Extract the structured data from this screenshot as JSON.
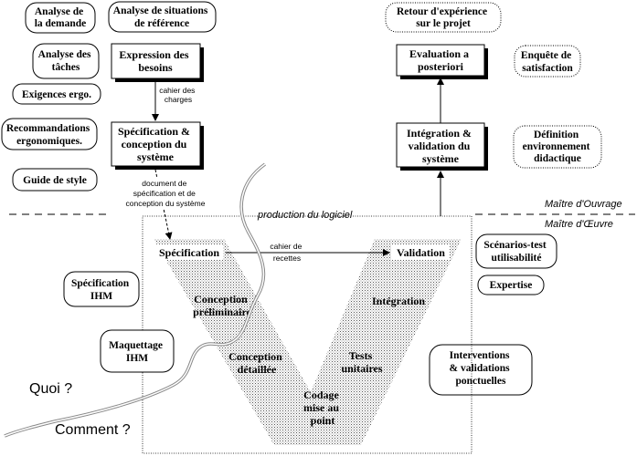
{
  "left_notes": {
    "analyse_demande": [
      "Analyse de",
      "la demande"
    ],
    "analyse_taches": [
      "Analyse des",
      "tâches"
    ],
    "exigences": [
      "Exigences ergo."
    ],
    "recommandations": [
      "Recommandations",
      "ergonomiques."
    ],
    "guide_style": [
      "Guide de style"
    ],
    "analyse_situations": [
      "Analyse de situations",
      "de référence"
    ],
    "spec_ihm": [
      "Spécification",
      "IHM"
    ],
    "maquettage": [
      "Maquettage",
      "IHM"
    ]
  },
  "main_boxes": {
    "expression": [
      "Expression des",
      "besoins"
    ],
    "specification": [
      "Spécification &",
      "conception du",
      "système"
    ],
    "evaluation": [
      "Evaluation a",
      "posteriori"
    ],
    "integration_validation": [
      "Intégration &",
      "validation du",
      "système"
    ]
  },
  "right_notes": {
    "retour": [
      "Retour d'expérience",
      "sur le projet"
    ],
    "enquete": [
      "Enquête de",
      "satisfaction"
    ],
    "definition": [
      "Définition",
      "environnement",
      "didactique"
    ],
    "scenarios": [
      "Scénarios-test",
      "utilisabilité"
    ],
    "expertise": [
      "Expertise"
    ],
    "interventions": [
      "Interventions",
      "& validations",
      "ponctuelles"
    ]
  },
  "arrow_labels": {
    "cahier_charges": [
      "cahier des",
      "charges"
    ],
    "document_spec": [
      "document de",
      "spécification et de",
      "conception du système"
    ],
    "cahier_recettes": [
      "cahier de",
      "recettes"
    ]
  },
  "roles": {
    "maitre_ouvrage": "Maître d'Ouvrage",
    "maitre_oeuvre": "Maître d'Œuvre"
  },
  "production_label": "production du logiciel",
  "v_phases": {
    "specification": "Spécification",
    "validation": "Validation",
    "conception_prelim": [
      "Conception",
      "préliminaire"
    ],
    "integration": "Intégration",
    "conception_detail": [
      "Conception",
      "détaillée"
    ],
    "tests": [
      "Tests",
      "unitaires"
    ],
    "codage": [
      "Codage",
      "mise au",
      "point"
    ]
  },
  "quoi": "Quoi ?",
  "comment": "Comment ?"
}
